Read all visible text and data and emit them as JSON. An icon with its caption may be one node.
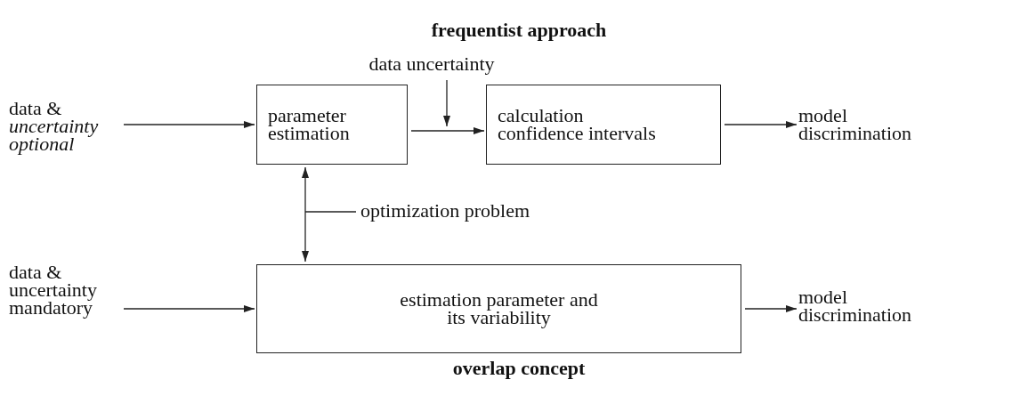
{
  "diagram": {
    "title": "frequentist approach",
    "caption": "overlap concept",
    "nodes": [
      {
        "text": [
          "data & *uncertainty optional*"
        ]
      },
      {
        "text": [
          "parameter estimation"
        ]
      },
      {
        "text": [
          "data uncertainty"
        ]
      },
      {
        "text": [
          "calculation confidence intervals"
        ]
      },
      {
        "text": [
          "model discrimination"
        ]
      },
      {
        "text": [
          "optimization problem"
        ]
      },
      {
        "text": [
          "data & uncertainty mandatory"
        ]
      },
      {
        "text": [
          "estimation parameter and its variability"
        ]
      },
      {
        "text": [
          "model discrimination"
        ]
      }
    ],
    "edges": [
      {
        "from": 0,
        "to": 1,
        "arrow": "to"
      },
      {
        "from": 1,
        "to": 3,
        "arrow": "to"
      },
      {
        "from": 2,
        "to": null,
        "arrow": "to"
      },
      {
        "from": 3,
        "to": 4,
        "arrow": "to"
      },
      {
        "from": 1,
        "to": 7,
        "arrow": "both"
      },
      {
        "from": 5,
        "to": null,
        "arrow": "none"
      },
      {
        "from": 6,
        "to": 7,
        "arrow": "to"
      },
      {
        "from": 7,
        "to": 8,
        "arrow": "to"
      }
    ]
  }
}
